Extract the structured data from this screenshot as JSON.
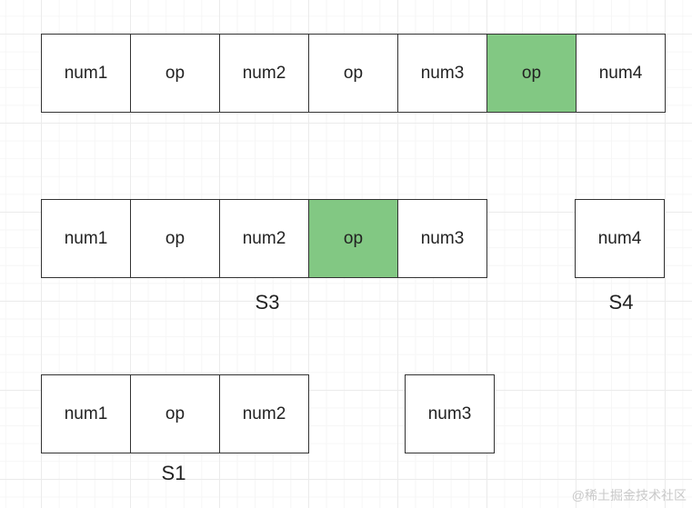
{
  "row1": {
    "cells": [
      {
        "label": "num1",
        "highlight": false
      },
      {
        "label": "op",
        "highlight": false
      },
      {
        "label": "num2",
        "highlight": false
      },
      {
        "label": "op",
        "highlight": false
      },
      {
        "label": "num3",
        "highlight": false
      },
      {
        "label": "op",
        "highlight": true
      },
      {
        "label": "num4",
        "highlight": false
      }
    ]
  },
  "row2": {
    "cells": [
      {
        "label": "num1",
        "highlight": false
      },
      {
        "label": "op",
        "highlight": false
      },
      {
        "label": "num2",
        "highlight": false
      },
      {
        "label": "op",
        "highlight": true
      },
      {
        "label": "num3",
        "highlight": false
      }
    ],
    "caption": "S3",
    "single": {
      "label": "num4",
      "caption": "S4"
    }
  },
  "row3": {
    "cells": [
      {
        "label": "num1",
        "highlight": false
      },
      {
        "label": "op",
        "highlight": false
      },
      {
        "label": "num2",
        "highlight": false
      }
    ],
    "caption": "S1",
    "single": {
      "label": "num3"
    }
  },
  "colors": {
    "highlight": "#82c883",
    "border": "#333333",
    "grid": "#ebebeb"
  },
  "watermark": "@稀土掘金技术社区"
}
